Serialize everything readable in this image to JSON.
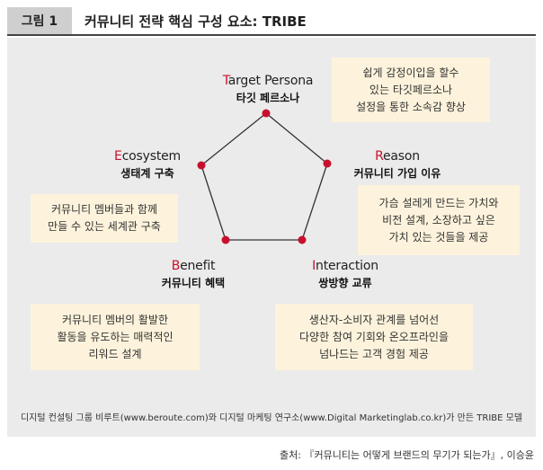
{
  "figure": {
    "tag": "그림 1",
    "title": "커뮤니티 전략 핵심 구성 요소: TRIBE"
  },
  "elements": [
    {
      "id": "target",
      "initial": "T",
      "rest": "arget Persona",
      "ko": "타깃 페르소나",
      "desc": "쉽게 감정이입을 할수\n있는 타깃페르소나\n설정을 통한 소속감 향상"
    },
    {
      "id": "reason",
      "initial": "R",
      "rest": "eason",
      "ko": "커뮤니티 가입 이유",
      "desc": "가슴 설레게 만드는 가치와\n비전 설계, 소장하고 싶은\n가치 있는 것들을 제공"
    },
    {
      "id": "interaction",
      "initial": "I",
      "rest": "nteraction",
      "ko": "쌍방향 교류",
      "desc": "생산자-소비자 관계를 넘어선\n다양한 참여 기회와 온오프라인을\n넘나드는 고객 경험 제공"
    },
    {
      "id": "benefit",
      "initial": "B",
      "rest": "enefit",
      "ko": "커뮤니티 혜택",
      "desc": "커뮤니티 멤버의 활발한\n활동을 유도하는 매력적인\n리워드 설계"
    },
    {
      "id": "ecosystem",
      "initial": "E",
      "rest": "cosystem",
      "ko": "생태계 구축",
      "desc": "커뮤니티 멤버들과 함께\n만들 수 있는 세계관 구축"
    }
  ],
  "credit": "디지털 컨설팅 그룹 비루트(www.beroute.com)와 디지털 마케팅 연구소(www.Digital Marketinglab.co.kr)가 만든 TRIBE 모델",
  "source": "출처: 『커뮤니티는 어떻게 브랜드의 무기가 되는가』, 이승윤",
  "colors": {
    "accent": "#c8102e",
    "box_fill": "#fdf3dc",
    "panel": "#ebebeb",
    "edge": "#333333"
  }
}
